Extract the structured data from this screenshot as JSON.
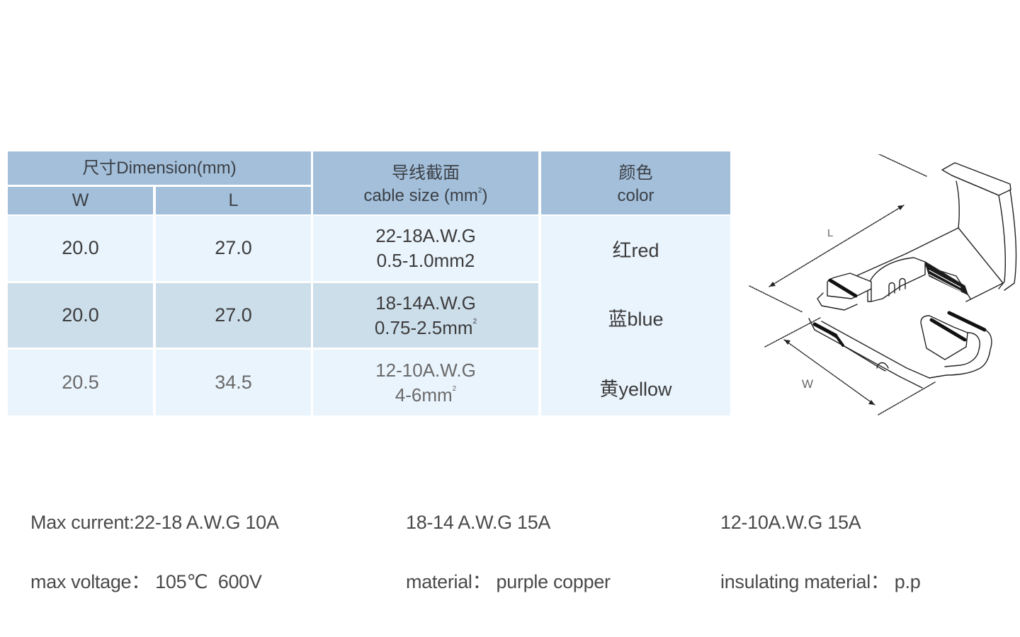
{
  "table": {
    "header": {
      "dimension": "尺寸Dimension(mm)",
      "w": "W",
      "l": "L",
      "cable_cn": "导线截面",
      "cable_en": "cable size (mm",
      "cable_sup": "2",
      "cable_close": ")",
      "color_cn": "颜色",
      "color_en": "color"
    },
    "rows": [
      {
        "w": "20.0",
        "l": "27.0",
        "awg": "22-18A.W.G",
        "mm": "0.5-1.0mm2",
        "mm_sup": "",
        "color": "红red"
      },
      {
        "w": "20.0",
        "l": "27.0",
        "awg": "18-14A.W.G",
        "mm": "0.75-2.5mm",
        "mm_sup": "2",
        "color": "蓝blue"
      },
      {
        "w": "20.5",
        "l": "34.5",
        "awg": "12-10A.W.G",
        "mm": "4-6mm",
        "mm_sup": "2",
        "color": "黄yellow"
      }
    ],
    "colors": {
      "header_bg": "#a3bfda",
      "row_light_bg": "#eaf4fd",
      "row_dark_bg": "#cddeeb"
    }
  },
  "diagram": {
    "label_l": "L",
    "label_w": "W",
    "icon": "quick-splice-connector-drawing"
  },
  "notes": [
    {
      "line1": "Max current:22-18 A.W.G 10A",
      "line2": "max voltage： 105℃  600V"
    },
    {
      "line1": "18-14 A.W.G 15A",
      "line2": "material： purple copper"
    },
    {
      "line1": "12-10A.W.G 15A",
      "line2": "insulating material： p.p"
    }
  ]
}
